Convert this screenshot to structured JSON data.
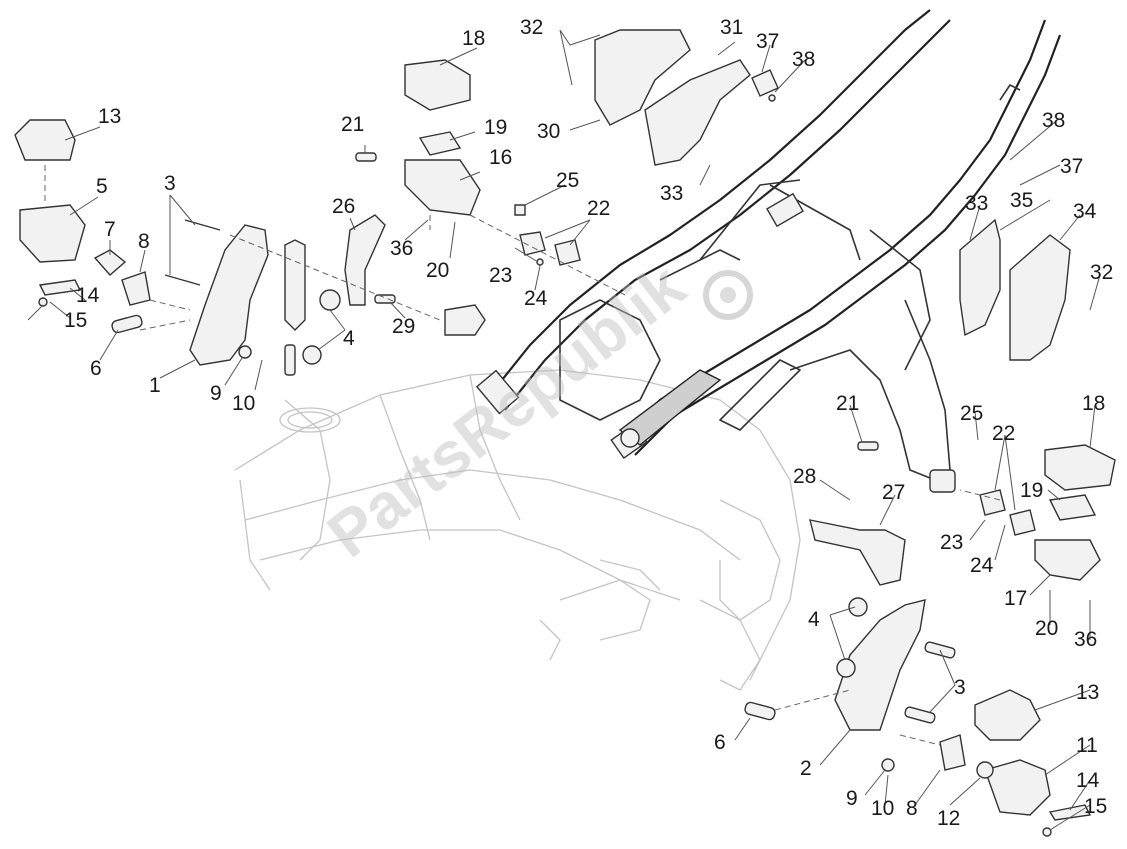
{
  "diagram": {
    "watermark": "PartsRepublik",
    "callouts": {
      "c1": "1",
      "c2": "2",
      "c3a": "3",
      "c3b": "3",
      "c4a": "4",
      "c4b": "4",
      "c5": "5",
      "c6a": "6",
      "c6b": "6",
      "c7": "7",
      "c8a": "8",
      "c8b": "8",
      "c9a": "9",
      "c9b": "9",
      "c10a": "10",
      "c10b": "10",
      "c11": "11",
      "c12": "12",
      "c13a": "13",
      "c13b": "13",
      "c14a": "14",
      "c14b": "14",
      "c15a": "15",
      "c15b": "15",
      "c16": "16",
      "c17": "17",
      "c18a": "18",
      "c18b": "18",
      "c19a": "19",
      "c19b": "19",
      "c20a": "20",
      "c20b": "20",
      "c21a": "21",
      "c21b": "21",
      "c22a": "22",
      "c22b": "22",
      "c23a": "23",
      "c23b": "23",
      "c24a": "24",
      "c24b": "24",
      "c25a": "25",
      "c25b": "25",
      "c26": "26",
      "c27": "27",
      "c28": "28",
      "c29": "29",
      "c30": "30",
      "c31": "31",
      "c32a": "32",
      "c32b": "32",
      "c33a": "33",
      "c33b": "33",
      "c34": "34",
      "c35": "35",
      "c36a": "36",
      "c36b": "36",
      "c37a": "37",
      "c37b": "37",
      "c38a": "38",
      "c38b": "38"
    }
  }
}
